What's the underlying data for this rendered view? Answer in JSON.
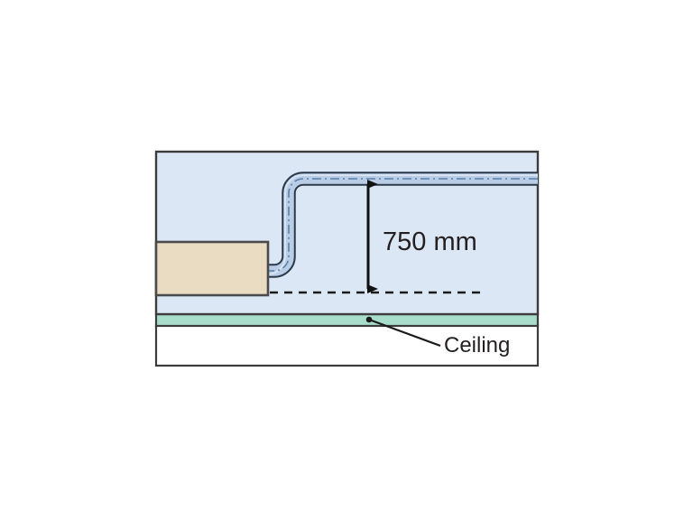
{
  "diagram": {
    "title": "Duct height above ceiling detail",
    "dimension_label": {
      "value": "750 mm",
      "measures": "vertical distance from duct centerline to reference level"
    },
    "callout_label": {
      "value": "Ceiling"
    },
    "regions": {
      "wall_cavity": {
        "name": "wall-cavity",
        "fill": "#dce7f5",
        "stroke": "#3c3c3c"
      },
      "equipment_box": {
        "name": "equipment-box",
        "fill": "#e9dcc3",
        "stroke": "#4a4a4a"
      },
      "ceiling_slab": {
        "name": "ceiling-slab",
        "fill": "#a8ddcb",
        "stroke": "#3c3c3c"
      },
      "room_below": {
        "name": "room-below",
        "fill": "#ffffff",
        "stroke": "#3c3c3c"
      }
    },
    "pipe": {
      "name": "duct-pipe",
      "fill": "#b9cee6",
      "stroke": "#2b3a4a",
      "centerline_style": "dash-dot",
      "centerline_color": "#5b7fa6"
    },
    "reference_line": {
      "name": "reference-datum",
      "style": "dashed",
      "color": "#1a1a1a"
    },
    "arrow": {
      "name": "dimension-arrow",
      "style": "double-headed",
      "color": "#111111"
    },
    "colors": {
      "cavity_blue": "#dce7f5",
      "box_beige": "#e9dcc3",
      "ceiling_green": "#a8ddcb",
      "pipe_blue": "#b9cee6",
      "outline_dark": "#3c3c3c",
      "text_black": "#231f20"
    }
  }
}
